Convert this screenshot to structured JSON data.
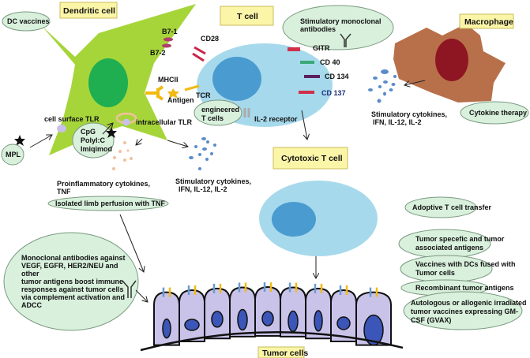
{
  "colors": {
    "dendritic": "#a6d53a",
    "dendritic_nucleus": "#1fae50",
    "tcell": "#a7d9ec",
    "tcell_nucleus": "#4a9bd0",
    "macrophage": "#b8704a",
    "macrophage_nucleus": "#8e1522",
    "tumor": "#c9c3ea",
    "tumor_nucleus": "#3b56b8",
    "label_box": "#fbf5a8",
    "therapy_ellipse": "#d8f0dc"
  },
  "labels": {
    "dendritic": "Dendritic cell",
    "tcell": "T cell",
    "macrophage": "Macrophage",
    "cytotoxic": "Cytotoxic T cell",
    "tumor": "Tumor cells"
  },
  "markers": {
    "b71": "B7-1",
    "b72": "B7-2",
    "cd28": "CD28",
    "mhcii": "MHCII",
    "antigen": "Antigen",
    "tcr": "TCR",
    "il2r": "IL-2 receptor",
    "gitr": "GITR",
    "cd40": "CD 40",
    "cd134": "CD 134",
    "cd137": "CD 137",
    "surface_tlr": "cell surface TLR",
    "intra_tlr": "intracellular TLR"
  },
  "therapies": {
    "dc_vaccines": "DC vaccines",
    "mpl": "MPL",
    "tlr_agonists": [
      "CpG",
      "PolyI:C",
      "Imiqimod"
    ],
    "engineered": [
      "engineered",
      "T cells"
    ],
    "stim_antibodies": [
      "Stimulatory monoclonal",
      "antibodies"
    ],
    "cytokine_therapy": "Cytokine therapy",
    "limb_perfusion": "Isolated limb perfusion with TNF",
    "adoptive": "Adoptive T cell transfer",
    "monoclonal": [
      "Monoclonal antibodies against",
      "VEGF, EGFR, HER2/NEU and",
      "other",
      "tumor antigens boost immune",
      "responses against tumor cells",
      "via complement activation and",
      "ADCC"
    ],
    "vaccines": [
      [
        "Tumor specefic and tumor",
        "associated antigens"
      ],
      [
        "Vaccines with DCs fused with",
        "Tumor cells"
      ],
      [
        "Recombinant tumor antigens"
      ],
      [
        "Autologous or allogenic irradiated",
        "tumor vaccines expressing GM-",
        "CSF  (GVAX)"
      ]
    ]
  },
  "cytokines": {
    "proinflammatory": [
      "Proinflammatory cytokines,",
      "TNF"
    ],
    "stim_dc": [
      "Stimulatory cytokines,",
      "IFN, IL-12, IL-2"
    ],
    "stim_mac": [
      "Stimulatory cytokines,",
      "IFN, IL-12, IL-2"
    ]
  }
}
